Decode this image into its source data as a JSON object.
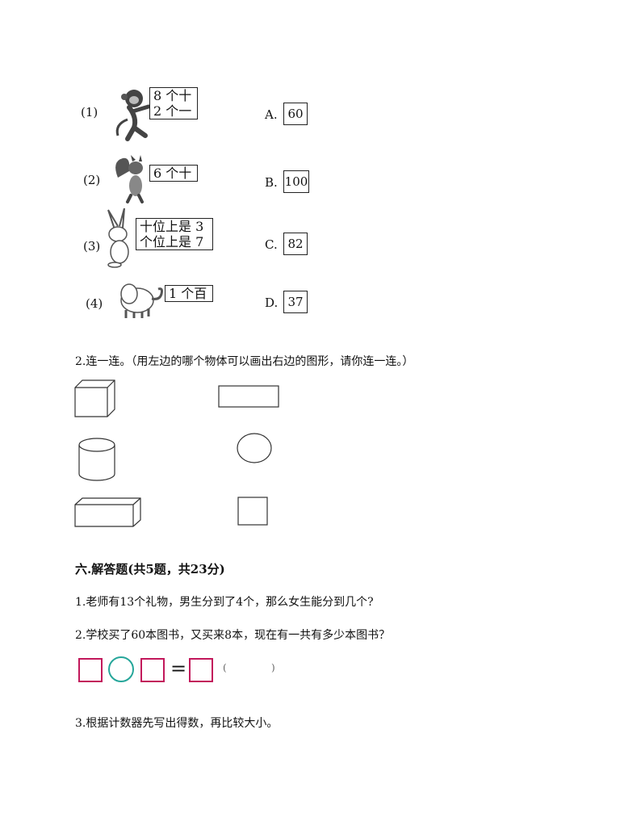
{
  "match_items": [
    {
      "num": "(1)",
      "bubble": [
        "8 个十",
        "2 个一"
      ],
      "animal": "monkey"
    },
    {
      "num": "(2)",
      "bubble": [
        "6 个十"
      ],
      "animal": "squirrel"
    },
    {
      "num": "(3)",
      "bubble": [
        "十位上是 3",
        "个位上是 7"
      ],
      "animal": "rabbit"
    },
    {
      "num": "(4)",
      "bubble": [
        "1 个百"
      ],
      "animal": "elephant"
    }
  ],
  "options": [
    {
      "letter": "A.",
      "value": "60"
    },
    {
      "letter": "B.",
      "value": "100"
    },
    {
      "letter": "C.",
      "value": "82"
    },
    {
      "letter": "D.",
      "value": "37"
    }
  ],
  "q2_text": "2.连一连。（用左边的哪个物体可以画出右边的图形，请你连一连。）",
  "section_title": "六.解答题(共5题，共23分)",
  "problems": [
    "1.老师有13个礼物，男生分到了4个，那么女生能分到几个?",
    "2.学校买了60本图书，又买来8本，现在有一共有多少本图书？"
  ],
  "equation": {
    "equals": "=",
    "unit_open": "(",
    "unit_close": ")"
  },
  "problem3": "3.根据计数器先写出得数，再比较大小。",
  "colors": {
    "pink": "#c2185b",
    "teal": "#26a69a"
  }
}
